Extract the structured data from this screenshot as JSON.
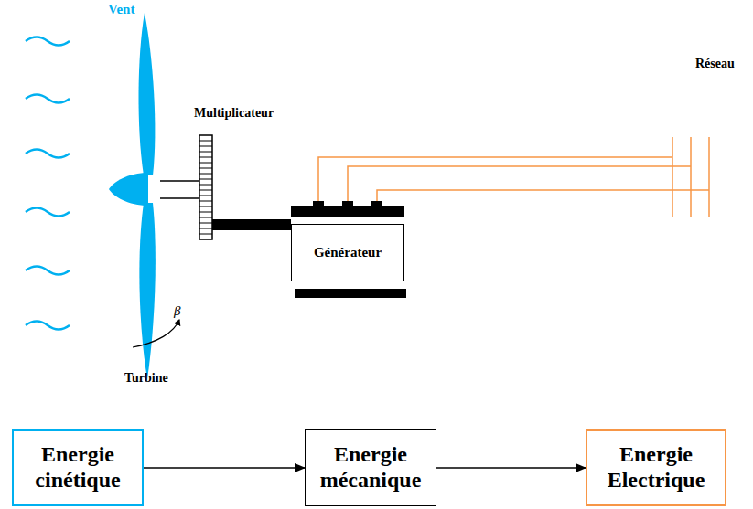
{
  "diagram": {
    "nodes": [
      {
        "text": [
          "Générateur"
        ]
      },
      {
        "text": [
          "Energie cinétique"
        ]
      },
      {
        "text": [
          "Energie mécanique"
        ]
      },
      {
        "text": [
          "Energie Electrique"
        ]
      }
    ],
    "edges": [
      {
        "from": 1,
        "to": 2,
        "arrow": "to"
      },
      {
        "from": 2,
        "to": 3,
        "arrow": "to"
      }
    ],
    "labels": [
      "Vent",
      "Multiplicateur",
      "Réseau",
      "Turbine",
      "β"
    ]
  }
}
